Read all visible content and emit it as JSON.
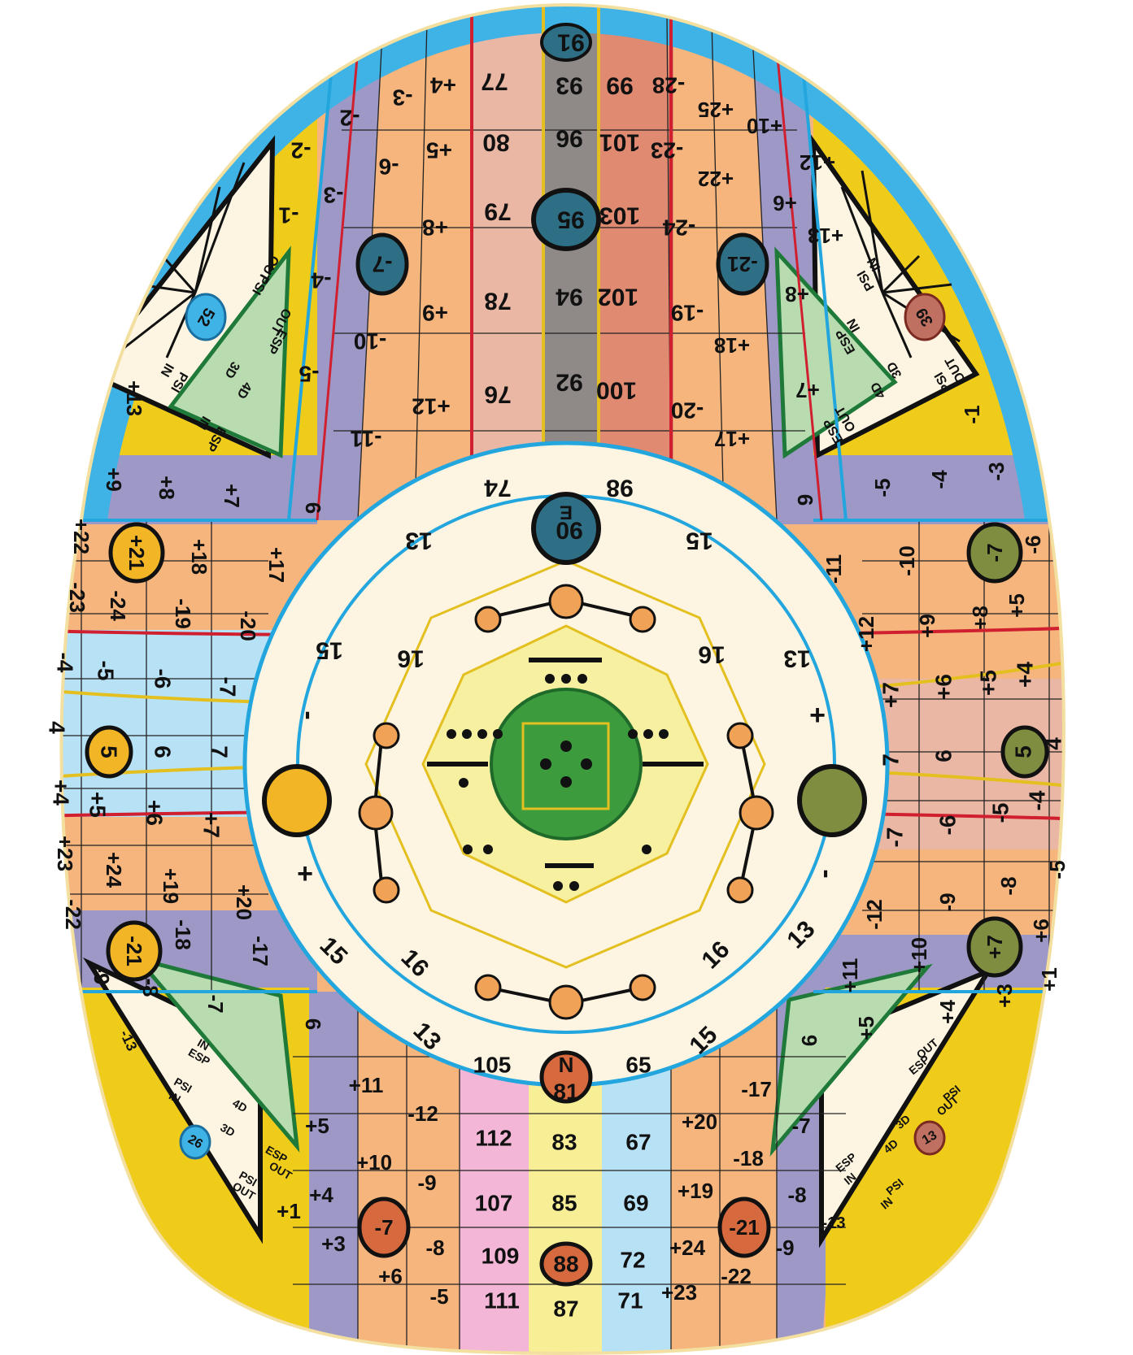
{
  "colors": {
    "background": "#ffffff",
    "outline": "#111111",
    "cream": "#fdf5e2",
    "orange_band": "#f5b57d",
    "purple_band": "#9d98c6",
    "yellow_band": "#f0cc1a",
    "blue_band": "#3fb3e6",
    "light_blue": "#b7e1f5",
    "pink_band": "#eab7a4",
    "salmon_band": "#e08a72",
    "grey_band": "#8f8a87",
    "green_core": "#3c9b3c",
    "green_panel": "#b8dcb0",
    "yellow_center": "#f6f0a0",
    "dark_teal_oval": "#2f6f86",
    "gold_oval": "#f2b526",
    "olive_oval": "#7e8d3f",
    "rust_oval": "#d7693f",
    "accent_red": "#d02030",
    "accent_blue": "#23a6de"
  },
  "top_band": {
    "far_left": [
      "-2",
      "-1"
    ],
    "left_purple": [
      "-2",
      "-3",
      "-4",
      "-5"
    ],
    "left_orange_outer": [
      "-3",
      "-6",
      "-7",
      "-10",
      "-11"
    ],
    "left_orange_inner": [
      "+4",
      "+5",
      "+8",
      "+9",
      "+12"
    ],
    "pink": [
      "77",
      "80",
      "79",
      "78",
      "76",
      "74"
    ],
    "grey": [
      "91",
      "93",
      "96",
      "95",
      "94",
      "92",
      "90"
    ],
    "salmon": [
      "99",
      "101",
      "103",
      "102",
      "100",
      "98"
    ],
    "right_orange_inner": [
      "-28",
      "-23",
      "-24",
      "-19",
      "-20"
    ],
    "right_orange_outer": [
      "+25",
      "+22",
      "-21",
      "+18",
      "+17"
    ],
    "right_purple": [
      "+10",
      "+6",
      "+8",
      "+7"
    ],
    "far_right": [
      "+12",
      "+13"
    ]
  },
  "left_band": {
    "purple": [
      "+9",
      "+8",
      "+7",
      "6"
    ],
    "yellow": [
      "+13"
    ],
    "orange_top_row1": [
      "+22",
      "+21",
      "+18",
      "+17"
    ],
    "orange_top_row2": [
      "-23",
      "-24",
      "-19",
      "-20"
    ],
    "blue_row1": [
      "-4",
      "-5",
      "-6",
      "-7"
    ],
    "blue_row2": [
      "4",
      "5",
      "6",
      "7"
    ],
    "blue_row3": [
      "+4",
      "+5",
      "+6",
      "+7"
    ],
    "orange_bottom_row1": [
      "+23",
      "+24",
      "+19",
      "+20"
    ],
    "orange_bottom_row2": [
      "-22",
      "-21",
      "-18",
      "-17"
    ],
    "purple_bottom": [
      "-9",
      "-8",
      "-7",
      "6"
    ]
  },
  "right_band": {
    "purple": [
      "9",
      "-5",
      "-4",
      "-3"
    ],
    "yellow": [
      "-1"
    ],
    "orange_top_row1": [
      "-11",
      "-10",
      "-7",
      "-6"
    ],
    "orange_top_row2": [
      "+12",
      "+9",
      "+8",
      "+5"
    ],
    "pink_row1": [
      "+7",
      "+6",
      "+5",
      "+4"
    ],
    "pink_row2": [
      "7",
      "6",
      "5",
      "4"
    ],
    "pink_row3": [
      "-7",
      "-6",
      "-5",
      "-4"
    ],
    "orange_bottom_row1": [
      "-12",
      "-9",
      "-8",
      "-5"
    ],
    "orange_bottom_row2": [
      "+11",
      "+10",
      "+7",
      "+6"
    ],
    "purple_bottom": [
      "6",
      "+5",
      "+4",
      "+3",
      "+1"
    ]
  },
  "bottom_band": {
    "left_purple": [
      "+5",
      "+4",
      "+3",
      "+1"
    ],
    "left_orange_outer": [
      "+11",
      "+10",
      "-7",
      "+6"
    ],
    "left_orange_inner": [
      "-12",
      "-9",
      "-8",
      "-5"
    ],
    "pink": [
      "105",
      "112",
      "107",
      "109",
      "111"
    ],
    "yellow": [
      "81",
      "83",
      "85",
      "88",
      "87"
    ],
    "light_blue": [
      "65",
      "67",
      "69",
      "72",
      "71"
    ],
    "right_orange_inner": [
      "+20",
      "+19",
      "+24",
      "+23"
    ],
    "right_orange_outer": [
      "-17",
      "-18",
      "-21",
      "-22"
    ],
    "right_purple": [
      "-7",
      "-8",
      "-9"
    ],
    "far_left": [
      "-13"
    ],
    "far_right": [
      "-13"
    ]
  },
  "ring": {
    "top_left": [
      "13",
      "15",
      "16"
    ],
    "top_right": [
      "15",
      "16",
      "13"
    ],
    "bottom_left": [
      "15",
      "16",
      "13"
    ],
    "bottom_right": [
      "16",
      "13",
      "15"
    ],
    "left_sign_top": "-",
    "left_sign_bottom": "+",
    "right_sign_top": "+",
    "right_sign_bottom": "-"
  },
  "corner_panels": {
    "top_left": {
      "oval": "52",
      "labels": [
        "PSI",
        "OUT",
        "PSI",
        "IN",
        "ESP",
        "OUT",
        "ESP",
        "IN",
        "3D",
        "4D"
      ]
    },
    "top_right": {
      "oval": "39",
      "labels": [
        "PSI",
        "IN",
        "PSI",
        "OUT",
        "ESP",
        "IN",
        "ESP",
        "OUT",
        "3D",
        "4D"
      ]
    },
    "bottom_left": {
      "oval": "26",
      "labels": [
        "PSI",
        "IN",
        "PSI",
        "OUT",
        "ESP",
        "IN",
        "ESP",
        "OUT",
        "3D",
        "4D"
      ]
    },
    "bottom_right": {
      "oval": "13",
      "labels": [
        "PSI",
        "IN",
        "PSI",
        "OUT",
        "ESP",
        "IN",
        "ESP",
        "OUT",
        "3D",
        "4D"
      ]
    }
  },
  "markers": {
    "north": "N",
    "east": "E"
  }
}
